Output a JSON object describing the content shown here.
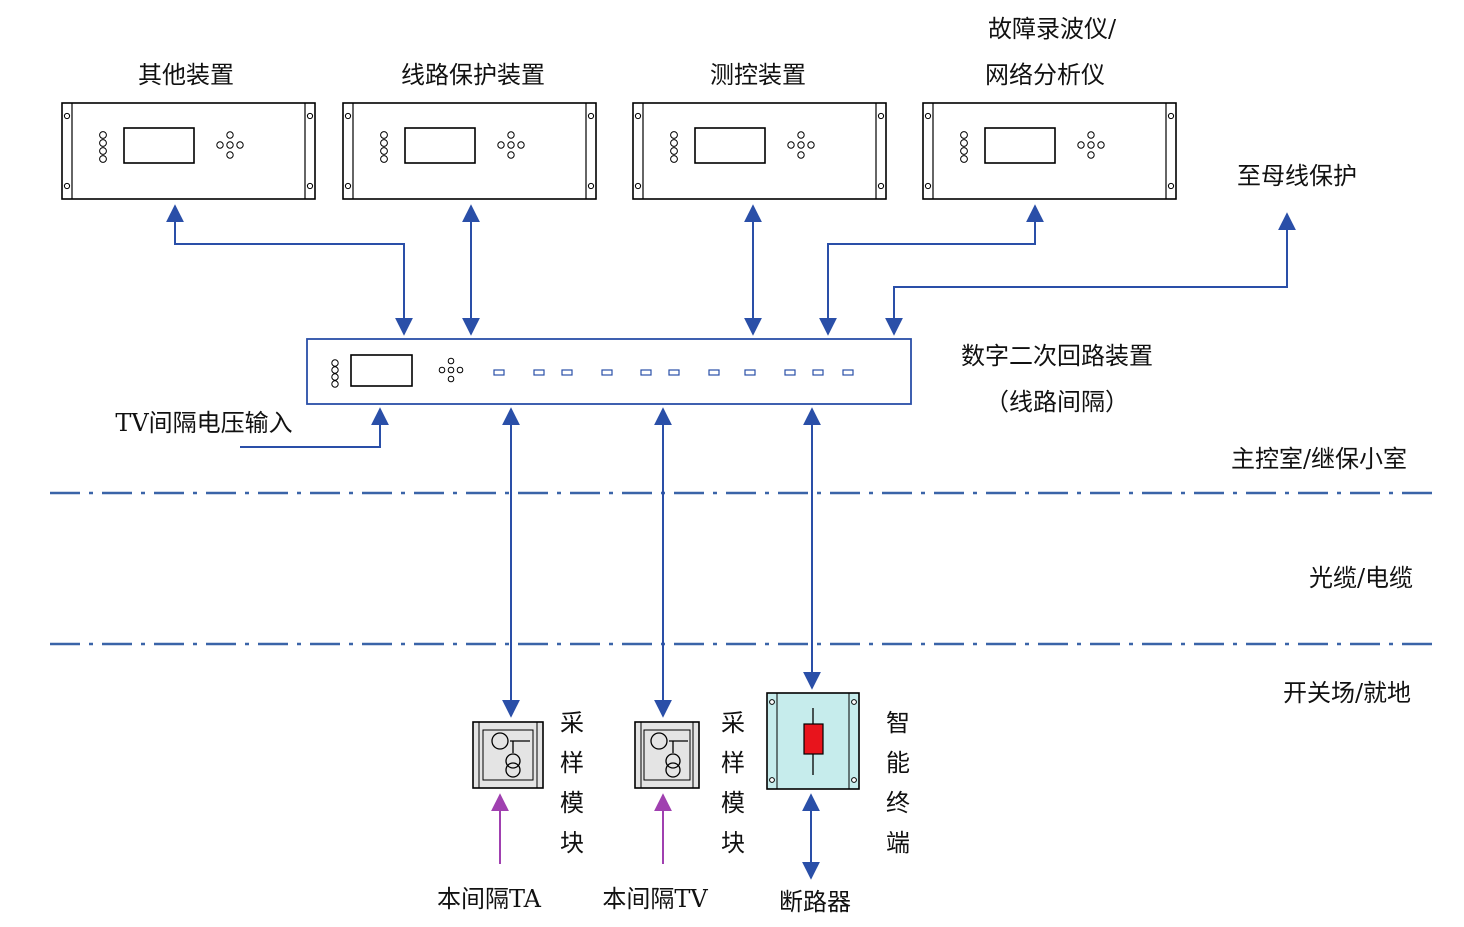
{
  "devices": {
    "other": "其他装置",
    "line_protection": "线路保护装置",
    "measure_control": "测控装置",
    "fault_recorder_1": "故障录波仪/",
    "fault_recorder_2": "网络分析仪"
  },
  "to_busbar": "至母线保护",
  "digital_device_1": "数字二次回路装置",
  "digital_device_2": "（线路间隔）",
  "tv_input": "TV间隔电压输入",
  "zones": {
    "control_room": "主控室/继保小室",
    "cable": "光缆/电缆",
    "switchyard": "开关场/就地"
  },
  "sampling_module_label": [
    "采",
    "样",
    "模",
    "块"
  ],
  "smart_terminal_label": [
    "智",
    "能",
    "终",
    "端"
  ],
  "bottom": {
    "ta": "本间隔TA",
    "tv": "本间隔TV",
    "breaker": "断路器"
  },
  "colors": {
    "link": "#2a4fa8",
    "analog": "#a040b0",
    "terminal_fill": "#c6ecec",
    "terminal_element": "#e8141c"
  }
}
